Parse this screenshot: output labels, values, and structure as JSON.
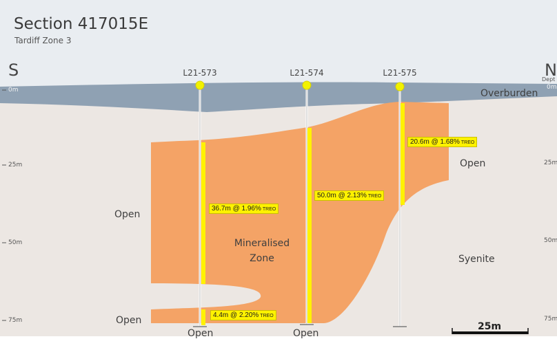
{
  "header": {
    "title": "Section 417015E",
    "subtitle": "Tardiff Zone 3",
    "south_label": "S",
    "north_label": "N",
    "depth_label_right": "Dept"
  },
  "colors": {
    "sky": "#e9edf1",
    "overburden": "#8fa1b3",
    "ground": "#ece7e3",
    "mineralised": "#f4a366",
    "intercept": "#fff200",
    "collar": "#f2f200"
  },
  "drillholes": [
    {
      "id": "L21-573"
    },
    {
      "id": "L21-574"
    },
    {
      "id": "L21-575"
    }
  ],
  "depth_ticks_left": [
    "0m",
    "25m",
    "50m",
    "75m"
  ],
  "depth_ticks_right": [
    "0m",
    "25m",
    "50m",
    "75m"
  ],
  "units": {
    "overburden": "Overburden",
    "open_left_upper": "Open",
    "open_left_lower": "Open",
    "open_right": "Open",
    "open_bottom_1": "Open",
    "open_bottom_2": "Open",
    "mineralised_line1": "Mineralised",
    "mineralised_line2": "Zone",
    "syenite": "Syenite"
  },
  "intercepts": [
    {
      "hole": "L21-573",
      "text": "36.7m @ 1.96%",
      "suffix": "TREO"
    },
    {
      "hole": "L21-573",
      "text": "4.4m @ 2.20%",
      "suffix": "TREO"
    },
    {
      "hole": "L21-574",
      "text": "50.0m @ 2.13%",
      "suffix": "TREO"
    },
    {
      "hole": "L21-575",
      "text": "20.6m @ 1.68%",
      "suffix": "TREO"
    }
  ],
  "scale_bar": {
    "label": "25m"
  }
}
